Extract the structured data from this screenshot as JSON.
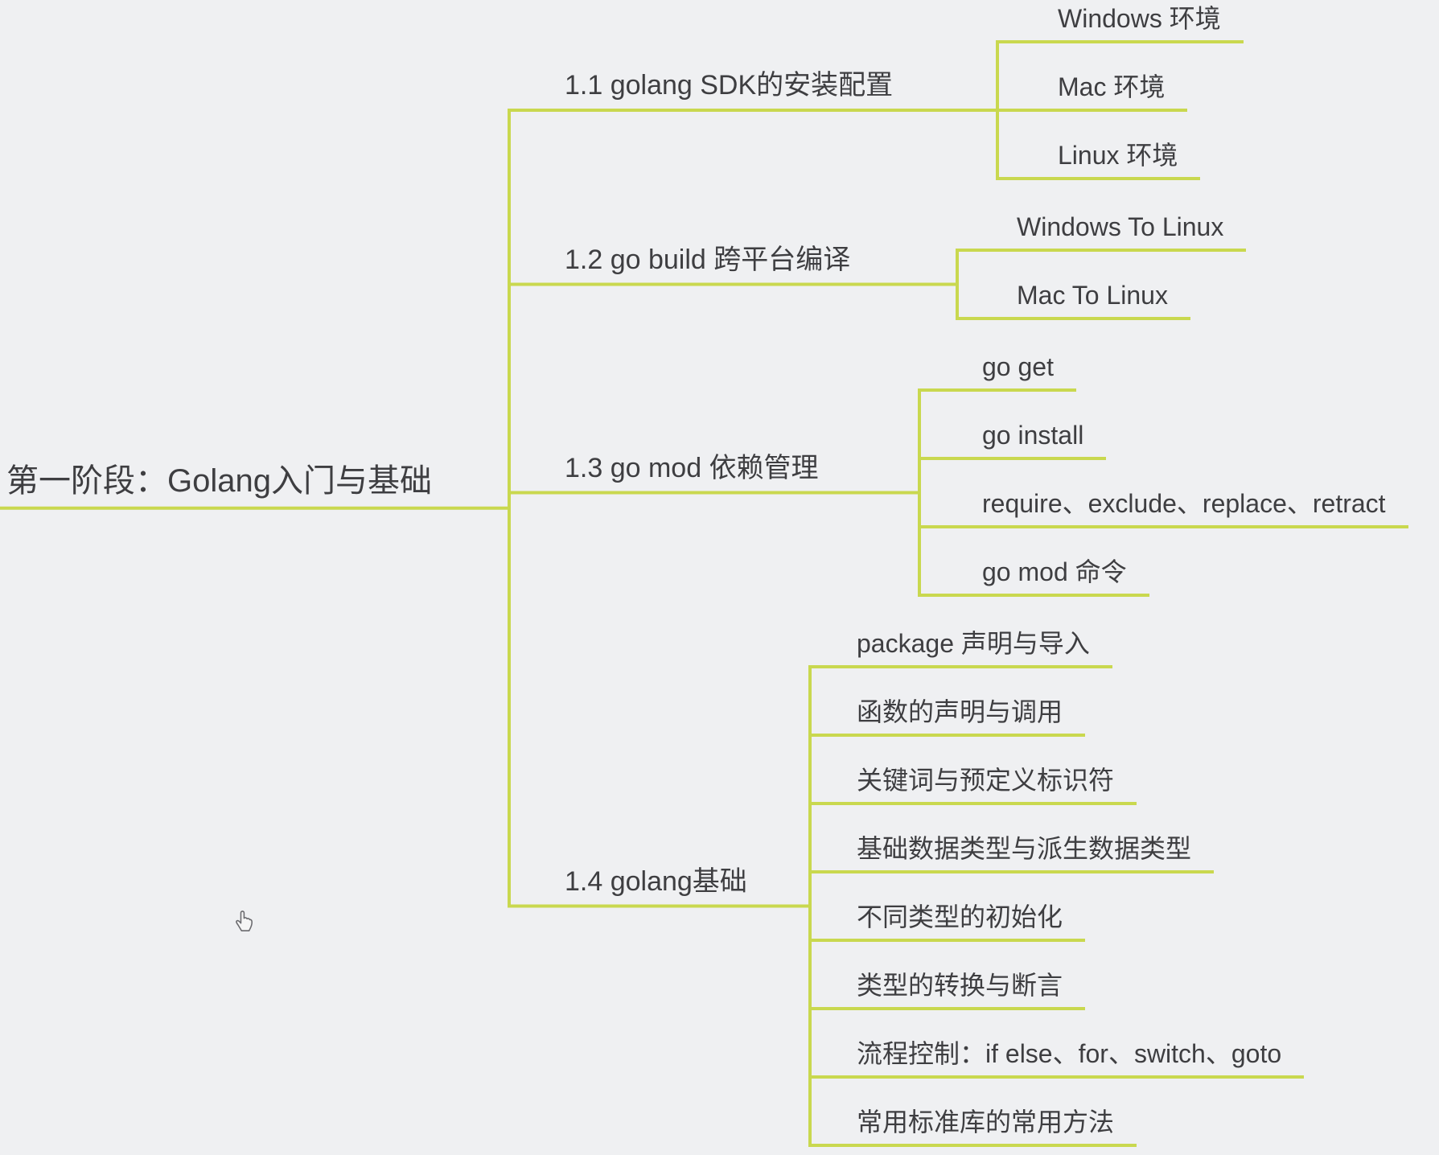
{
  "canvas": {
    "background_color": "#eff0f2",
    "line_color": "#c9d84f",
    "text_color": "#3e3e41"
  },
  "cursor": {
    "icon": "hand-cursor"
  },
  "mindmap": {
    "root": {
      "label": "第一阶段：Golang入门与基础",
      "children": [
        {
          "label": "1.1 golang SDK的安装配置",
          "children": [
            {
              "label": "Windows 环境"
            },
            {
              "label": "Mac 环境"
            },
            {
              "label": "Linux 环境"
            }
          ]
        },
        {
          "label": "1.2 go build 跨平台编译",
          "children": [
            {
              "label": "Windows To Linux"
            },
            {
              "label": "Mac To Linux"
            }
          ]
        },
        {
          "label": "1.3 go mod 依赖管理",
          "children": [
            {
              "label": "go get"
            },
            {
              "label": "go install"
            },
            {
              "label": "require、exclude、replace、retract"
            },
            {
              "label": "go mod 命令"
            }
          ]
        },
        {
          "label": "1.4 golang基础",
          "children": [
            {
              "label": "package 声明与导入"
            },
            {
              "label": "函数的声明与调用"
            },
            {
              "label": "关键词与预定义标识符"
            },
            {
              "label": "基础数据类型与派生数据类型"
            },
            {
              "label": "不同类型的初始化"
            },
            {
              "label": "类型的转换与断言"
            },
            {
              "label": "流程控制：if else、for、switch、goto"
            },
            {
              "label": "常用标准库的常用方法"
            }
          ]
        }
      ]
    }
  }
}
